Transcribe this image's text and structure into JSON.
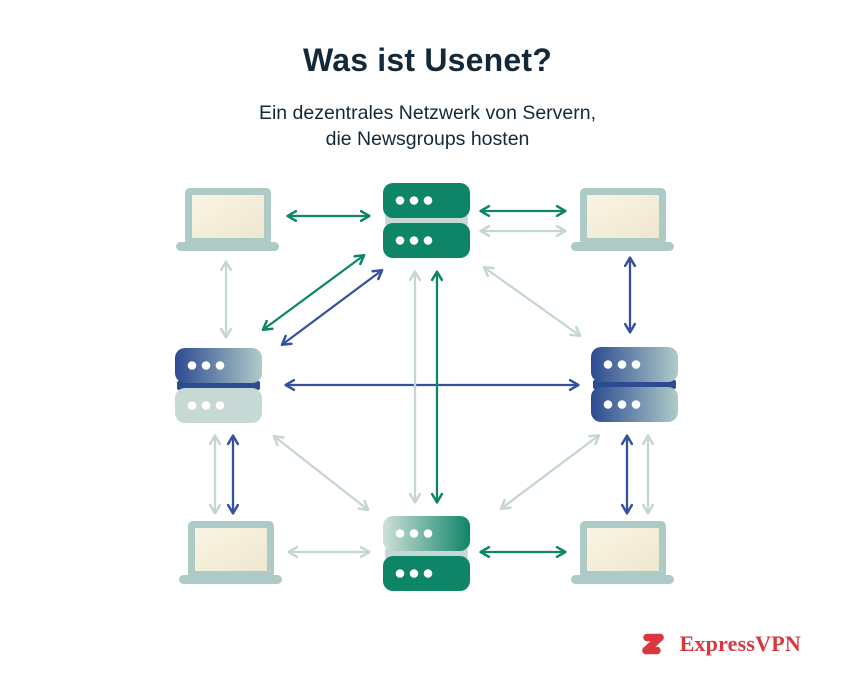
{
  "page": {
    "title": "Was ist Usenet?",
    "subtitle_line1": "Ein dezentrales Netzwerk von Servern,",
    "subtitle_line2": "die Newsgroups hosten"
  },
  "branding": {
    "logo_text": "ExpressVPN",
    "logo_icon": "expressvpn-lightning-icon"
  },
  "colors": {
    "ink": "#13293A",
    "green": "#0F8568",
    "blue": "#3552A0",
    "light": "#C5D6D2",
    "server-light": "#C6D9D4",
    "laptop-frame": "#AECAC6",
    "server-blue-dark": "#2C4B90",
    "server-blue-light": "#AFCBC8",
    "server-green-pale": "#CFE0DA",
    "brand-red": "#DB363E",
    "background": "#FFFFFF"
  },
  "diagram": {
    "description": "Decentralized Usenet topology: client laptops and newsgroup server stacks linked by bidirectional transfer arrows",
    "nodes": [
      {
        "id": "laptop-top-left",
        "type": "laptop"
      },
      {
        "id": "server-top",
        "type": "server",
        "style": "solid-green"
      },
      {
        "id": "laptop-top-right",
        "type": "laptop"
      },
      {
        "id": "server-left",
        "type": "server",
        "style": "blue-gradient-top"
      },
      {
        "id": "server-right",
        "type": "server",
        "style": "blue-gradient-both"
      },
      {
        "id": "server-bottom",
        "type": "server",
        "style": "green-gradient-top"
      },
      {
        "id": "laptop-bottom-left",
        "type": "laptop"
      },
      {
        "id": "laptop-bottom-right",
        "type": "laptop"
      }
    ],
    "edges": [
      {
        "from": "laptop-top-left",
        "to": "server-top",
        "color": "green",
        "bidirectional": true
      },
      {
        "from": "server-top",
        "to": "laptop-top-right",
        "color": "green",
        "bidirectional": true
      },
      {
        "from": "server-top",
        "to": "laptop-top-right",
        "color": "light",
        "bidirectional": true
      },
      {
        "from": "laptop-top-left",
        "to": "server-left",
        "color": "light",
        "bidirectional": true
      },
      {
        "from": "laptop-top-right",
        "to": "server-right",
        "color": "blue",
        "bidirectional": true
      },
      {
        "from": "server-left",
        "to": "server-top",
        "color": "green",
        "bidirectional": true
      },
      {
        "from": "server-left",
        "to": "server-top",
        "color": "blue",
        "bidirectional": true
      },
      {
        "from": "server-top",
        "to": "server-right",
        "color": "light",
        "bidirectional": true
      },
      {
        "from": "server-left",
        "to": "server-right",
        "color": "blue",
        "bidirectional": true
      },
      {
        "from": "server-top",
        "to": "server-bottom",
        "color": "light",
        "bidirectional": true
      },
      {
        "from": "server-top",
        "to": "server-bottom",
        "color": "green",
        "bidirectional": true
      },
      {
        "from": "server-left",
        "to": "server-bottom",
        "color": "light",
        "bidirectional": true
      },
      {
        "from": "server-bottom",
        "to": "server-right",
        "color": "light",
        "bidirectional": true
      },
      {
        "from": "server-left",
        "to": "laptop-bottom-left",
        "color": "light",
        "bidirectional": true
      },
      {
        "from": "server-left",
        "to": "laptop-bottom-left",
        "color": "blue",
        "bidirectional": true
      },
      {
        "from": "server-right",
        "to": "laptop-bottom-right",
        "color": "blue",
        "bidirectional": true
      },
      {
        "from": "server-right",
        "to": "laptop-bottom-right",
        "color": "light",
        "bidirectional": true
      },
      {
        "from": "laptop-bottom-left",
        "to": "server-bottom",
        "color": "light",
        "bidirectional": true
      },
      {
        "from": "server-bottom",
        "to": "laptop-bottom-right",
        "color": "green",
        "bidirectional": true
      }
    ]
  }
}
